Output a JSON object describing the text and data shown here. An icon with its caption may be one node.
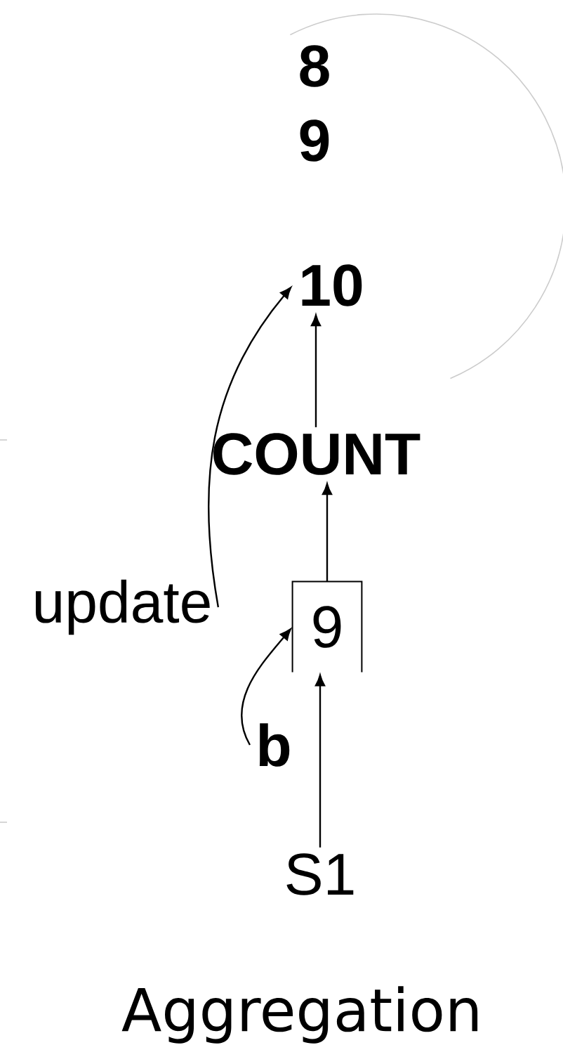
{
  "diagram": {
    "caption": "Aggregation",
    "nodes": [
      {
        "text": [
          "8"
        ]
      },
      {
        "text": [
          "9"
        ]
      },
      {
        "text": [
          "10"
        ]
      },
      {
        "text": [
          "COUNT"
        ]
      },
      {
        "text": [
          "update"
        ]
      },
      {
        "text": [
          "9"
        ]
      },
      {
        "text": [
          "b"
        ]
      },
      {
        "text": [
          "S1"
        ]
      }
    ],
    "edges": [
      {
        "from": 3,
        "to": 2,
        "arrow": "to"
      },
      {
        "from": 5,
        "to": 3,
        "arrow": "to"
      },
      {
        "from": 7,
        "to": 5,
        "arrow": "to"
      },
      {
        "from": 4,
        "to": 2,
        "arrow": "to"
      },
      {
        "from": 6,
        "to": 5,
        "arrow": "to"
      }
    ]
  }
}
